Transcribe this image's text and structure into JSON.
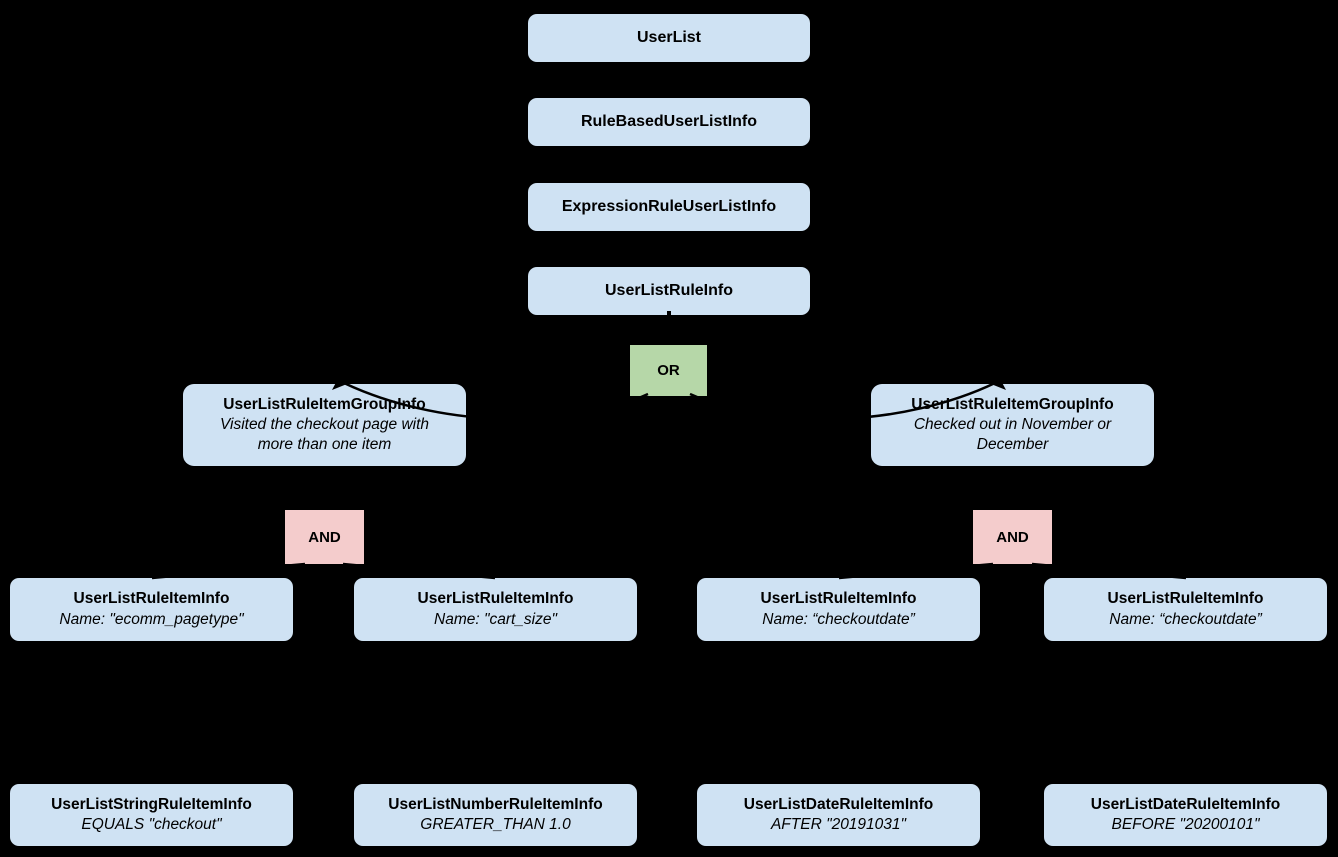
{
  "diagram": {
    "colors": {
      "background": "#000000",
      "node_fill": "#cfe2f3",
      "or_fill": "#b6d7a8",
      "and_fill": "#f4cccc",
      "text": "#000000",
      "connector": "#000000"
    },
    "chain": [
      {
        "label": "UserList"
      },
      {
        "label": "RuleBasedUserListInfo"
      },
      {
        "label": "ExpressionRuleUserListInfo"
      },
      {
        "label": "UserListRuleInfo"
      }
    ],
    "or_label": "OR",
    "groups": [
      {
        "title": "UserListRuleItemGroupInfo",
        "description": "Visited the checkout page with more than one item",
        "operator": "AND",
        "items": [
          {
            "title": "UserListRuleItemInfo",
            "description": "Name: \"ecomm_pagetype\"",
            "detail": {
              "title": "UserListStringRuleItemInfo",
              "description": "EQUALS \"checkout\""
            }
          },
          {
            "title": "UserListRuleItemInfo",
            "description": "Name: \"cart_size\"",
            "detail": {
              "title": "UserListNumberRuleItemInfo",
              "description": "GREATER_THAN 1.0"
            }
          }
        ]
      },
      {
        "title": "UserListRuleItemGroupInfo",
        "description": "Checked out in November or December",
        "operator": "AND",
        "items": [
          {
            "title": "UserListRuleItemInfo",
            "description": "Name: “checkoutdate”",
            "detail": {
              "title": "UserListDateRuleItemInfo",
              "description": "AFTER \"20191031\""
            }
          },
          {
            "title": "UserListRuleItemInfo",
            "description": "Name: “checkoutdate”",
            "detail": {
              "title": "UserListDateRuleItemInfo",
              "description": "BEFORE \"20200101\""
            }
          }
        ]
      }
    ]
  }
}
